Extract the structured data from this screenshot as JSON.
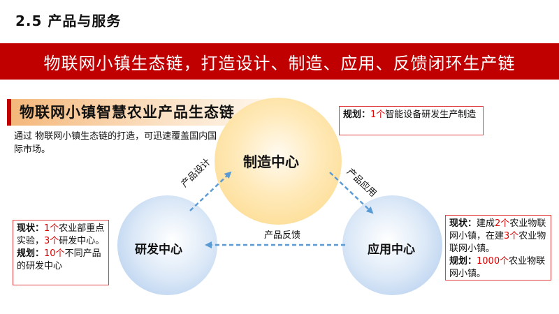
{
  "header": {
    "section_title": "2.5  产品与服务",
    "banner": "物联网小镇生态链，打造设计、制造、应用、反馈闭环生产链"
  },
  "subtitle": "物联网小镇智慧农业产品生态链",
  "intro": "通过 物联网小镇生态链的打造，可迅速覆盖国内国际市场。",
  "nodes": {
    "manufacturing": "制造中心",
    "rnd": "研发中心",
    "application": "应用中心"
  },
  "arrows": {
    "design": "产品设计",
    "apply": "产品应用",
    "feedback": "产品反馈"
  },
  "notes": {
    "manufacturing": {
      "plan_label": "规划：",
      "plan_num": "1个",
      "plan_text": "智能设备研发生产制造"
    },
    "rnd": {
      "status_label": "现状：",
      "status_num1": "1个",
      "status_text1": "农业部重点实验，",
      "status_num2": "3个",
      "status_text2": "研发中心。",
      "plan_label": "规划：",
      "plan_num": "10个",
      "plan_text": "不同产品的研发中心"
    },
    "application": {
      "status_label": "现状：",
      "status_text1": "建成",
      "status_num1": "2个",
      "status_text2": "农业物联网小镇，在建",
      "status_num2": "3个",
      "status_text3": "农业物联网小镇。",
      "plan_label": "规划：",
      "plan_num": "1000个",
      "plan_text": "农业物联网小镇。"
    }
  },
  "colors": {
    "banner_bg": "#c00000",
    "highlight": "#e00000",
    "arrow": "#5b9bd5"
  }
}
